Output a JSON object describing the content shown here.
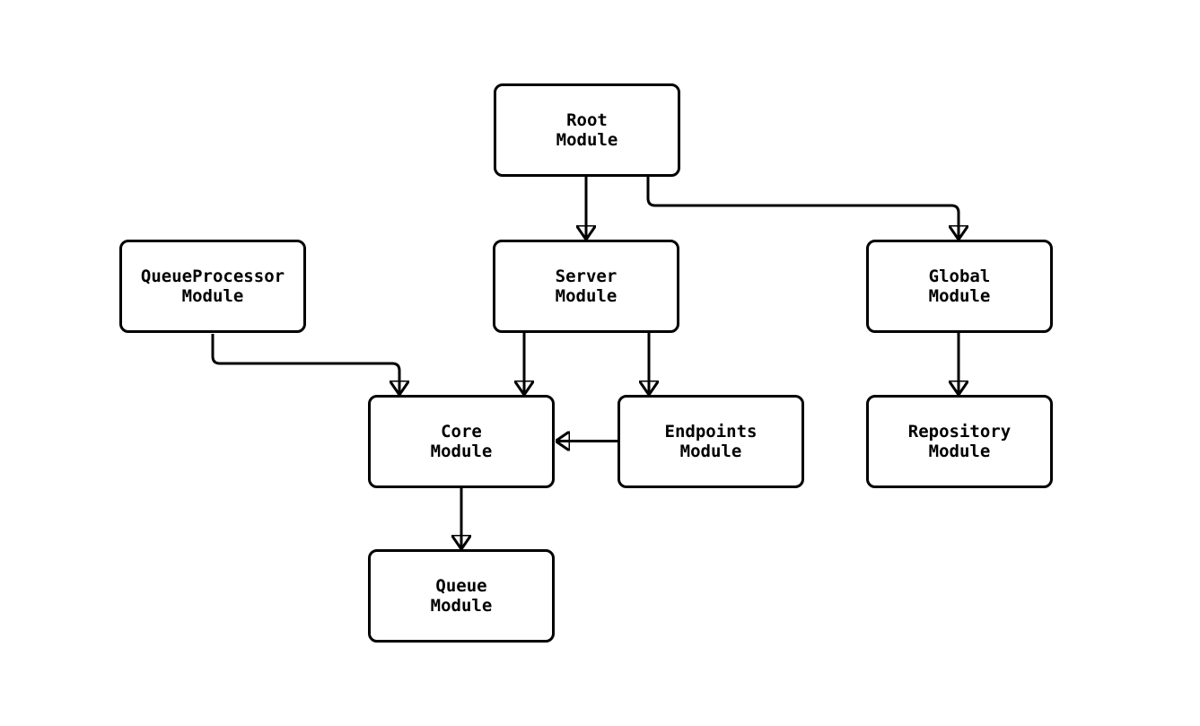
{
  "diagram": {
    "type": "flowchart",
    "background_color": "#ffffff",
    "node_fill_color": "#ffffff",
    "stroke_color": "#000000",
    "nodes": [
      {
        "id": "root",
        "line1": "Root",
        "line2": "Module"
      },
      {
        "id": "queueprocessor",
        "line1": "QueueProcessor",
        "line2": "Module"
      },
      {
        "id": "server",
        "line1": "Server",
        "line2": "Module"
      },
      {
        "id": "global",
        "line1": "Global",
        "line2": "Module"
      },
      {
        "id": "core",
        "line1": "Core",
        "line2": "Module"
      },
      {
        "id": "endpoints",
        "line1": "Endpoints",
        "line2": "Module"
      },
      {
        "id": "repository",
        "line1": "Repository",
        "line2": "Module"
      },
      {
        "id": "queue",
        "line1": "Queue",
        "line2": "Module"
      }
    ],
    "edges": [
      {
        "from": "root",
        "to": "server"
      },
      {
        "from": "root",
        "to": "global"
      },
      {
        "from": "queueprocessor",
        "to": "core"
      },
      {
        "from": "server",
        "to": "core"
      },
      {
        "from": "server",
        "to": "endpoints"
      },
      {
        "from": "endpoints",
        "to": "core"
      },
      {
        "from": "global",
        "to": "repository"
      },
      {
        "from": "core",
        "to": "queue"
      }
    ]
  }
}
